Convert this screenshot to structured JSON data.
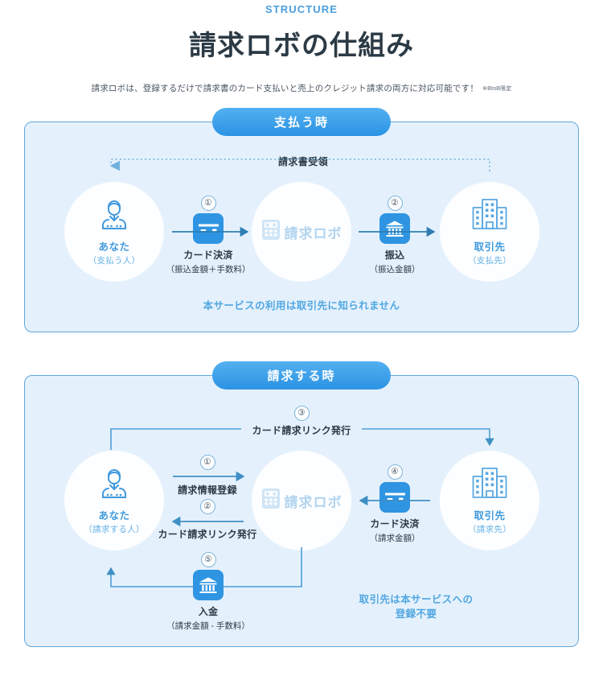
{
  "header": {
    "eyebrow": "STRUCTURE",
    "title": "請求ロボの仕組み",
    "subtitle": "請求ロボは、登録するだけで請求書のカード支払いと売上のクレジット請求の両方に対応可能です！",
    "subtitle_note": "※BtoB限定"
  },
  "colors": {
    "accent": "#2f95e2",
    "panel_bg": "#e4f1fc",
    "panel_border": "#64a6d8",
    "node_label": "#3f9ade",
    "logo_text": "#b2d4ef",
    "dark_text": "#2c3a45",
    "eyebrow": "#4a9fe0"
  },
  "panels": [
    {
      "id": "pay",
      "tab_label": "支払う時",
      "dotted_flow_label": "請求書受領",
      "nodes": [
        {
          "icon": "person-suit-icon",
          "label": "あなた",
          "sub": "（支払う人）"
        },
        {
          "icon": "calculator-robot-icon",
          "label": "請求ロボ",
          "sub": ""
        },
        {
          "icon": "office-building-icon",
          "label": "取引先",
          "sub": "（支払先）"
        }
      ],
      "steps": [
        {
          "number": "①",
          "icon": "credit-card-icon",
          "title": "カード決済",
          "sub": "（振込金額＋手数料）"
        },
        {
          "number": "②",
          "icon": "bank-icon",
          "title": "振込",
          "sub": "（振込金額）"
        }
      ],
      "note": "本サービスの利用は取引先に知られません"
    },
    {
      "id": "bill",
      "tab_label": "請求する時",
      "nodes": [
        {
          "icon": "person-suit-icon",
          "label": "あなた",
          "sub": "（請求する人）"
        },
        {
          "icon": "calculator-robot-icon",
          "label": "請求ロボ",
          "sub": ""
        },
        {
          "icon": "office-building-icon",
          "label": "取引先",
          "sub": "（請求先）"
        }
      ],
      "flows": [
        {
          "number": "③",
          "label": "カード請求リンク発行"
        },
        {
          "number": "①",
          "label": "請求情報登録"
        },
        {
          "number": "②",
          "label": "カード請求リンク発行"
        }
      ],
      "steps": [
        {
          "number": "④",
          "icon": "credit-card-icon",
          "title": "カード決済",
          "sub": "（請求金額）"
        },
        {
          "number": "⑤",
          "icon": "bank-icon",
          "title": "入金",
          "sub": "（請求金額 - 手数料）"
        }
      ],
      "note_line1": "取引先は本サービスへの",
      "note_line2": "登録不要"
    }
  ]
}
